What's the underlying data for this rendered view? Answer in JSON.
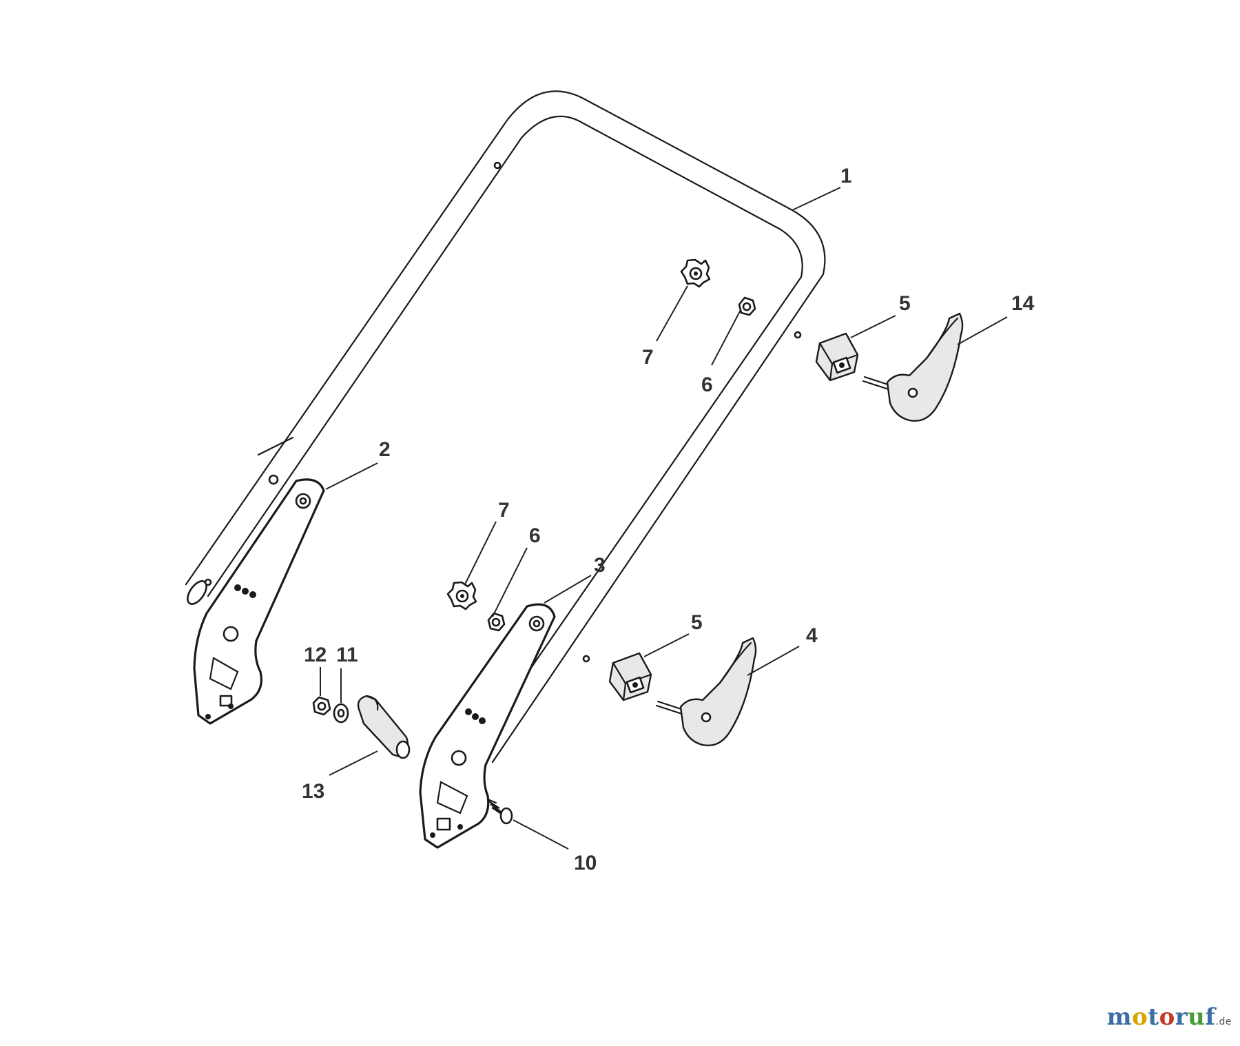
{
  "diagram": {
    "callouts": [
      {
        "id": "c1",
        "label": "1"
      },
      {
        "id": "c2",
        "label": "2"
      },
      {
        "id": "c3",
        "label": "3"
      },
      {
        "id": "c4",
        "label": "4"
      },
      {
        "id": "c5a",
        "label": "5"
      },
      {
        "id": "c5b",
        "label": "5"
      },
      {
        "id": "c6a",
        "label": "6"
      },
      {
        "id": "c6b",
        "label": "6"
      },
      {
        "id": "c7a",
        "label": "7"
      },
      {
        "id": "c7b",
        "label": "7"
      },
      {
        "id": "c10",
        "label": "10"
      },
      {
        "id": "c11",
        "label": "11"
      },
      {
        "id": "c12",
        "label": "12"
      },
      {
        "id": "c13",
        "label": "13"
      },
      {
        "id": "c14",
        "label": "14"
      }
    ]
  },
  "watermark": {
    "segments": [
      {
        "text": "m",
        "color": "#3a6ea5"
      },
      {
        "text": "o",
        "color": "#d9a400"
      },
      {
        "text": "t",
        "color": "#3a6ea5"
      },
      {
        "text": "o",
        "color": "#c0392b"
      },
      {
        "text": "r",
        "color": "#3a6ea5"
      },
      {
        "text": "u",
        "color": "#4a9a3a"
      },
      {
        "text": "f",
        "color": "#3a6ea5"
      }
    ],
    "tld": ".de"
  }
}
